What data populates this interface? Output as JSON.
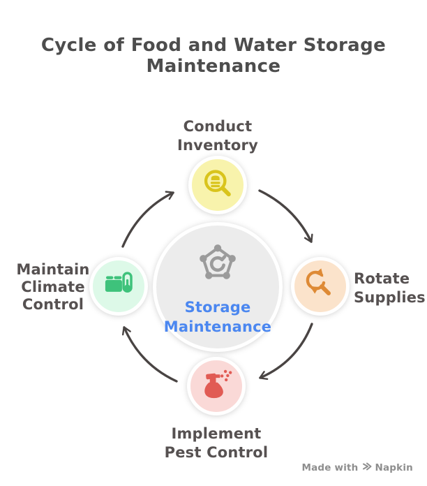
{
  "title": {
    "line1": "Cycle of Food and Water Storage",
    "line2": "Maintenance"
  },
  "center": {
    "line1": "Storage",
    "line2": "Maintenance",
    "icon": "pentagon-network-refresh-icon",
    "circle_color": "#ECECEC",
    "icon_color": "#9B9B9B",
    "label_color": "#4B87F0"
  },
  "nodes": {
    "top": {
      "line1": "Conduct",
      "line2": "Inventory",
      "icon": "inventory-magnifier-icon",
      "circle_color": "#F8F3AC",
      "icon_color": "#D9C41C"
    },
    "right": {
      "line1": "Rotate",
      "line2": "Supplies",
      "icon": "rotate-arrows-icon",
      "circle_color": "#FBE3CB",
      "icon_color": "#DE8A35"
    },
    "bottom": {
      "line1": "Implement",
      "line2": "Pest Control",
      "icon": "spray-bottle-icon",
      "circle_color": "#FAD9D7",
      "icon_color": "#E15B54"
    },
    "left": {
      "line1": "Maintain",
      "line2": "Climate",
      "line3": "Control",
      "icon": "cooler-thermometer-icon",
      "circle_color": "#DDF9E8",
      "icon_color": "#3EC27B"
    }
  },
  "arrows": {
    "color": "#494443",
    "direction": "clockwise",
    "count": 4
  },
  "colors": {
    "background": "#FFFFFF",
    "title_text": "#4D4D4D",
    "label_text": "#565151"
  },
  "watermark": {
    "prefix": "Made with",
    "brand": "Napkin",
    "logo": "napkin-logo-icon"
  }
}
